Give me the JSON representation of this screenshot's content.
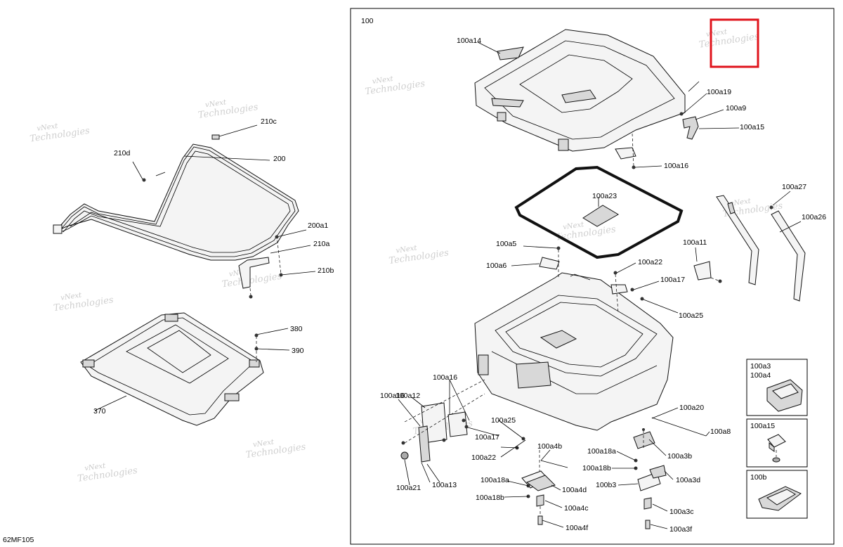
{
  "diagram_code": "62MF105",
  "assembly_label": "100",
  "watermark": {
    "line1": "vNext",
    "line2": "Technologies"
  },
  "highlight_color": "#e0141c",
  "callouts": {
    "c210c": "210c",
    "c210d": "210d",
    "c200": "200",
    "c200a1": "200a1",
    "c210a": "210a",
    "c210b": "210b",
    "c380": "380",
    "c390": "390",
    "c370": "370",
    "c100a14": "100a14",
    "c100a19": "100a19",
    "c100a9": "100a9",
    "c100a15": "100a15",
    "c100a16top": "100a16",
    "c100a23": "100a23",
    "c100a27": "100a27",
    "c100a26": "100a26",
    "c100a5": "100a5",
    "c100a6": "100a6",
    "c100a11": "100a11",
    "c100a22top": "100a22",
    "c100a17top": "100a17",
    "c100a25top": "100a25",
    "c100a12": "100a12",
    "c100a16left": "100a16",
    "c100a16mid": "100a16",
    "c100a25mid": "100a25",
    "c100a17mid": "100a17",
    "c100a22mid": "100a22",
    "c100a21": "100a21",
    "c100a13": "100a13",
    "c100a4b": "100a4b",
    "c100a18aL": "100a18a",
    "c100a4d": "100a4d",
    "c100a18bL": "100a18b",
    "c100a4c": "100a4c",
    "c100a4f": "100a4f",
    "c100a20": "100a20",
    "c100a8": "100a8",
    "c100a18aR": "100a18a",
    "c100a3b": "100a3b",
    "c100a18bR": "100a18b",
    "c100b3": "100b3",
    "c100a3d": "100a3d",
    "c100a3c": "100a3c",
    "c100a3f": "100a3f",
    "inset_a3": "100a3",
    "inset_a4": "100a4",
    "inset_a15": "100a15",
    "inset_b": "100b"
  }
}
